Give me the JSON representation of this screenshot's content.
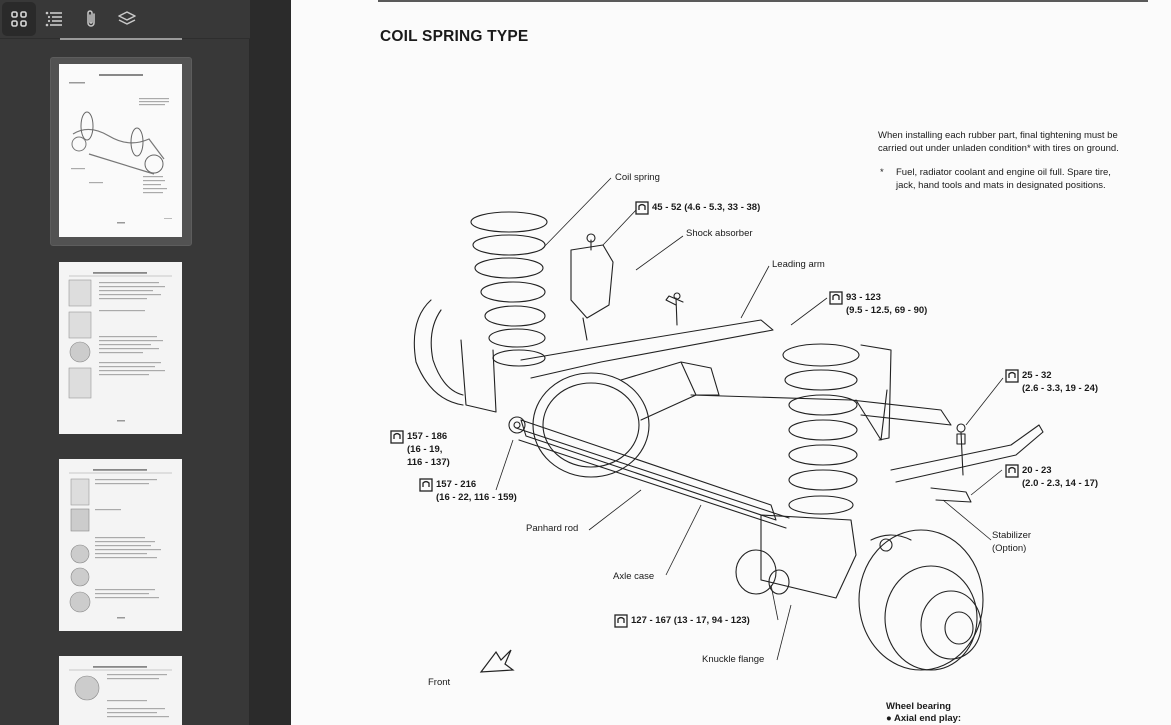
{
  "sidebar": {
    "toolbar": {
      "thumbnails_icon": "grid-icon",
      "outline_icon": "list-icon",
      "attachments_icon": "paperclip-icon",
      "layers_icon": "layers-icon"
    },
    "thumbnails": [
      {
        "page": 1,
        "selected": true,
        "heading": "REAR AXLE AND REAR SUSPENSION"
      },
      {
        "page": 2,
        "selected": false,
        "heading": "CHECKS AND ADJUSTMENT"
      },
      {
        "page": 3,
        "selected": false,
        "heading": "CHECKS AND ADJUSTMENT"
      },
      {
        "page": 4,
        "selected": false,
        "heading": "CHECKS AND ADJUSTMENT"
      }
    ]
  },
  "document": {
    "title": "COIL SPRING TYPE",
    "note": "When installing each rubber part, final tightening must be carried out under unladen condition* with tires on ground.",
    "note_star": "*",
    "note_bullet": "Fuel, radiator coolant and engine oil full. Spare tire, jack, hand tools and mats in designated positions.",
    "labels": {
      "coil_spring": "Coil spring",
      "shock_absorber": "Shock absorber",
      "leading_arm": "Leading arm",
      "panhard_rod": "Panhard rod",
      "axle_case": "Axle case",
      "knuckle_flange": "Knuckle flange",
      "stabilizer": "Stabilizer",
      "stabilizer_option": "(Option)",
      "front": "Front"
    },
    "torques": {
      "t1": "45 - 52 (4.6 - 5.3, 33 - 38)",
      "t2_line1": "93 - 123",
      "t2_line2": "(9.5 - 12.5, 69 - 90)",
      "t3_line1": "25 - 32",
      "t3_line2": "(2.6 - 3.3, 19 - 24)",
      "t4_line1": "157 - 186",
      "t4_line2": "(16 - 19,",
      "t4_line3": "116 - 137)",
      "t5_line1": "157 - 216",
      "t5_line2": "(16 - 22, 116 - 159)",
      "t6_line1": "20 - 23",
      "t6_line2": "(2.0 - 2.3, 14 - 17)",
      "t7": "127 - 167 (13 - 17, 94 - 123)"
    },
    "wheel_bearing_title": "Wheel bearing",
    "wheel_bearing_item": "●  Axial end play:"
  }
}
